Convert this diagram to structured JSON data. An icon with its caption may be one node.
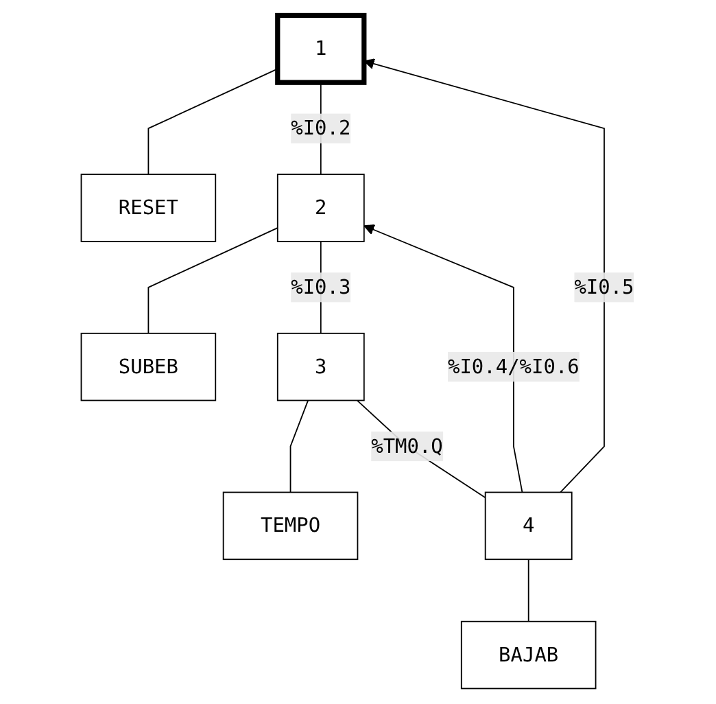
{
  "diagram": {
    "nodes": [
      {
        "text": [
          "1"
        ]
      },
      {
        "text": [
          "RESET"
        ]
      },
      {
        "text": [
          "2"
        ]
      },
      {
        "text": [
          "SUBEB"
        ]
      },
      {
        "text": [
          "3"
        ]
      },
      {
        "text": [
          "TEMPO"
        ]
      },
      {
        "text": [
          "4"
        ]
      },
      {
        "text": [
          "BAJAB"
        ]
      }
    ],
    "edges": [
      {
        "from": 0,
        "to": 1,
        "arrow": "none"
      },
      {
        "from": 0,
        "to": 2,
        "arrow": "none",
        "label": "%I0.2"
      },
      {
        "from": 2,
        "to": 3,
        "arrow": "none"
      },
      {
        "from": 2,
        "to": 4,
        "arrow": "none",
        "label": "%I0.3"
      },
      {
        "from": 4,
        "to": 5,
        "arrow": "none"
      },
      {
        "from": 4,
        "to": 6,
        "arrow": "none",
        "label": "%TM0.Q"
      },
      {
        "from": 6,
        "to": 7,
        "arrow": "none"
      },
      {
        "from": 6,
        "to": 0,
        "arrow": "to",
        "label": "%I0.5"
      },
      {
        "from": 6,
        "to": 2,
        "arrow": "to",
        "label": "%I0.4/%I0.6"
      }
    ]
  }
}
